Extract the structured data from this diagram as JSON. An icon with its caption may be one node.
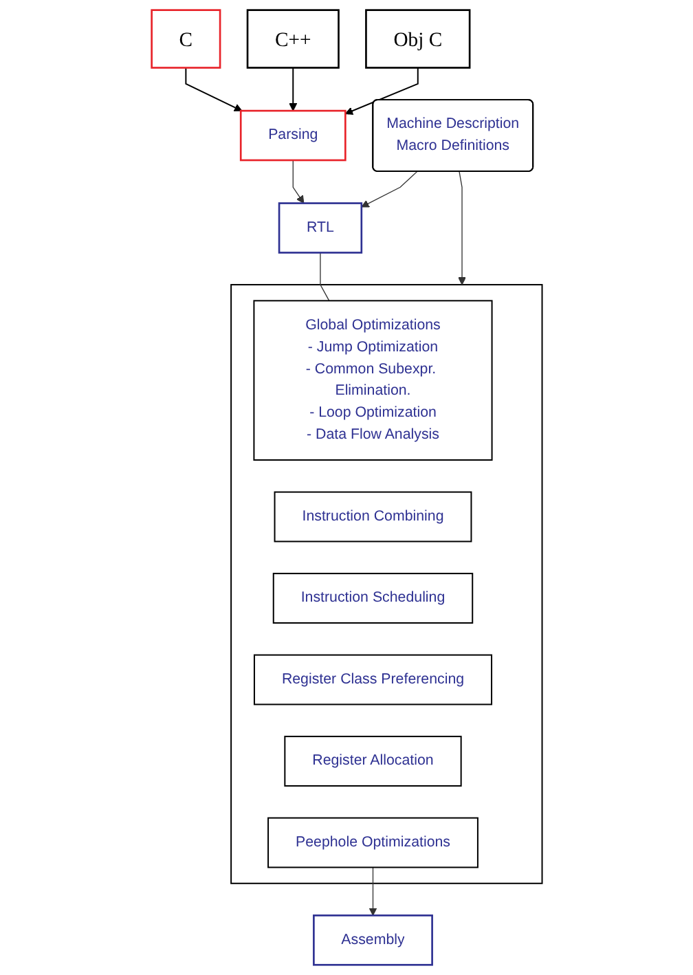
{
  "diagram": {
    "nodes": [
      {
        "text": [
          "C"
        ]
      },
      {
        "text": [
          "C++"
        ]
      },
      {
        "text": [
          "Obj C"
        ]
      },
      {
        "text": [
          "Parsing"
        ]
      },
      {
        "text": [
          "Machine Description",
          "Macro Definitions"
        ]
      },
      {
        "text": [
          "RTL"
        ]
      },
      {
        "text": [],
        "shape": "box"
      },
      {
        "text": [
          "Global Optimizations",
          "- Jump Optimization",
          "- Common Subexpr. Elimination.",
          "- Loop Optimization",
          "- Data Flow Analysis"
        ],
        "in": 6
      },
      {
        "text": [
          "Instruction Combining"
        ],
        "in": 6
      },
      {
        "text": [
          "Instruction Scheduling"
        ],
        "in": 6
      },
      {
        "text": [
          "Register Class Preferencing"
        ],
        "in": 6
      },
      {
        "text": [
          "Register Allocation"
        ],
        "in": 6
      },
      {
        "text": [
          "Peephole Optimizations"
        ],
        "in": 6
      },
      {
        "text": [
          "Assembly"
        ]
      }
    ],
    "edges": [
      {
        "from": 0,
        "to": 3,
        "arrow": "to"
      },
      {
        "from": 1,
        "to": 3,
        "arrow": "to"
      },
      {
        "from": 2,
        "to": 3,
        "arrow": "to"
      },
      {
        "from": 3,
        "to": 5,
        "arrow": "to"
      },
      {
        "from": 4,
        "to": 5,
        "arrow": "to"
      },
      {
        "from": 5,
        "to": 7,
        "arrow": "none"
      },
      {
        "from": 4,
        "to": 6,
        "arrow": "to"
      },
      {
        "from": 12,
        "to": 13,
        "arrow": "to"
      }
    ]
  }
}
